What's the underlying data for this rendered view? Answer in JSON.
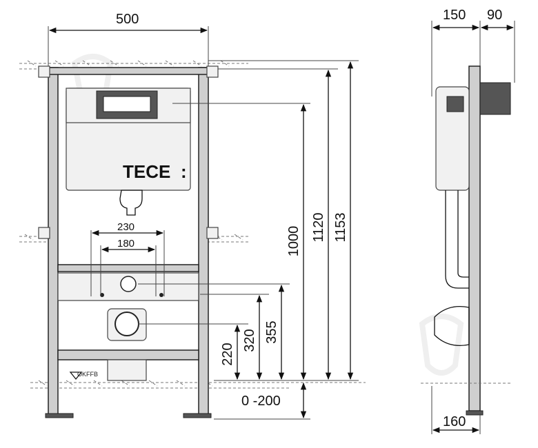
{
  "brand": "TECE",
  "floor_mark": "OKFFB",
  "front_view": {
    "width_label": "500",
    "spacing_outer_label": "230",
    "spacing_inner_label": "180",
    "height_1000_label": "1000",
    "height_1120_label": "1120",
    "height_1153_label": "1153",
    "height_220_label": "220",
    "height_320_label": "320",
    "height_355_label": "355",
    "adjust_label": "0 -200"
  },
  "side_view": {
    "depth_150_label": "150",
    "depth_90_label": "90",
    "depth_160_label": "160"
  },
  "colors": {
    "line": "#111111",
    "frame": "#cfcfcf",
    "watermark": "#e3e3e3"
  }
}
